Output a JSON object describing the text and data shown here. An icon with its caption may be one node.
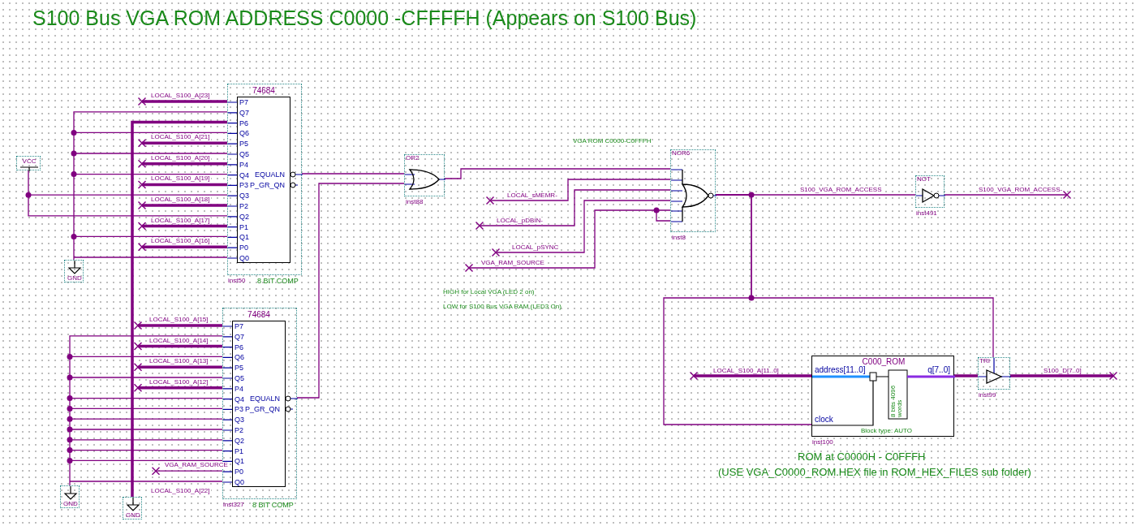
{
  "diagram": {
    "title": "S100 Bus VGA ROM ADDRESS C0000 -CFFFFH (Appears on S100 Bus)",
    "nodes": [
      {
        "text": [
          "74684",
          "P7",
          "Q7",
          "P6",
          "Q6",
          "P5",
          "Q5",
          "P4",
          "Q4",
          "P3",
          "Q3",
          "P2",
          "Q2",
          "P1",
          "Q1",
          "P0",
          "Q0",
          "EQUALN",
          "P_GR_QN"
        ],
        "beside": [
          "8 BIT COMP",
          "inst50"
        ]
      },
      {
        "text": [
          "74684",
          "P7",
          "Q7",
          "P6",
          "Q6",
          "P5",
          "Q5",
          "P4",
          "Q4",
          "P3",
          "Q3",
          "P2",
          "Q2",
          "P1",
          "Q1",
          "P0",
          "Q0",
          "EQUALN",
          "P_GR_QN"
        ],
        "beside": [
          "8 BIT COMP",
          "inst327"
        ]
      },
      {
        "text": [
          "OR2"
        ],
        "beside": [
          "inst88"
        ]
      },
      {
        "text": [
          "NOR6"
        ],
        "beside": [
          "inst8"
        ]
      },
      {
        "text": [
          "NOT"
        ],
        "beside": [
          "inst491"
        ]
      },
      {
        "text": [
          "C000_ROM",
          "address[11..0]",
          "q[7..0]",
          "clock",
          "8 bits 4096 words",
          "Block type: AUTO"
        ],
        "beside": [
          "inst100"
        ]
      },
      {
        "text": [
          "TRI"
        ],
        "beside": [
          "inst99"
        ]
      },
      {
        "text": [
          "VCC"
        ]
      },
      {
        "text": [
          "GND"
        ]
      },
      {
        "text": [
          "GND"
        ]
      },
      {
        "text": [
          "GND"
        ]
      }
    ],
    "edges": [
      {
        "from": null,
        "to": 0,
        "arrow": "other",
        "label": "LOCAL_S100_A[23]",
        "style": "thick"
      },
      {
        "from": null,
        "to": 0,
        "arrow": "other",
        "label": "LOCAL_S100_A[21]",
        "style": "thick"
      },
      {
        "from": null,
        "to": 0,
        "arrow": "other",
        "label": "LOCAL_S100_A[20]",
        "style": "thick"
      },
      {
        "from": null,
        "to": 0,
        "arrow": "other",
        "label": "LOCAL_S100_A[19]",
        "style": "thick"
      },
      {
        "from": null,
        "to": 0,
        "arrow": "other",
        "label": "LOCAL_S100_A[18]",
        "style": "thick"
      },
      {
        "from": null,
        "to": 0,
        "arrow": "other",
        "label": "LOCAL_S100_A[17]",
        "style": "thick"
      },
      {
        "from": null,
        "to": 0,
        "arrow": "other",
        "label": "LOCAL_S100_A[16]",
        "style": "thick"
      },
      {
        "from": 0,
        "to": 10,
        "arrow": "none",
        "label": "LOCAL_S100_A[22]",
        "style": "thick"
      },
      {
        "from": 8,
        "to": 0,
        "arrow": "none"
      },
      {
        "from": 7,
        "to": 0,
        "arrow": "none"
      },
      {
        "from": null,
        "to": 1,
        "arrow": "other",
        "label": "LOCAL_S100_A[15]",
        "style": "thick"
      },
      {
        "from": null,
        "to": 1,
        "arrow": "other",
        "label": "LOCAL_S100_A[14]",
        "style": "thick"
      },
      {
        "from": null,
        "to": 1,
        "arrow": "other",
        "label": "LOCAL_S100_A[13]",
        "style": "thick"
      },
      {
        "from": null,
        "to": 1,
        "arrow": "other",
        "label": "LOCAL_S100_A[12]",
        "style": "thick"
      },
      {
        "from": null,
        "to": 1,
        "arrow": "other",
        "label": "VGA_RAM_SOURCE"
      },
      {
        "from": 9,
        "to": 1,
        "arrow": "none"
      },
      {
        "from": 0,
        "to": 2,
        "arrow": "none"
      },
      {
        "from": 1,
        "to": 2,
        "arrow": "none"
      },
      {
        "from": 2,
        "to": 3,
        "arrow": "none"
      },
      {
        "from": null,
        "to": 3,
        "arrow": "other",
        "label": "LOCAL_sMEMR-"
      },
      {
        "from": null,
        "to": 3,
        "arrow": "other",
        "label": "LOCAL_pDBIN-"
      },
      {
        "from": null,
        "to": 3,
        "arrow": "other",
        "label": "LOCAL_pSYNC"
      },
      {
        "from": null,
        "to": 3,
        "arrow": "other",
        "label": "VGA_RAM_SOURCE"
      },
      {
        "from": 3,
        "to": 4,
        "arrow": "none",
        "label": "S100_VGA_ROM_ACCESS"
      },
      {
        "from": 4,
        "to": null,
        "arrow": "other",
        "label": "S100_VGA_ROM_ACCESS-"
      },
      {
        "from": 3,
        "to": 6,
        "arrow": "none"
      },
      {
        "from": 3,
        "to": 5,
        "arrow": "none"
      },
      {
        "from": null,
        "to": 5,
        "arrow": "other",
        "label": "LOCAL_S100_A[11..0]",
        "style": "thick"
      },
      {
        "from": 5,
        "to": 6,
        "arrow": "none",
        "style": "thick"
      },
      {
        "from": 6,
        "to": null,
        "arrow": "other",
        "label": "S100_D[7..0]",
        "style": "thick"
      }
    ],
    "labels": [
      "VGA ROM C0000-C0FFFH",
      "HIGH for Local VGA (LED 2 on)",
      "LOW for S100 Bus VGA RAM (LED3 On)",
      "ROM at C0000H - C0FFFH",
      "(USE VGA_C0000_ROM.HEX file in ROM_HEX_FILES sub folder)"
    ]
  }
}
